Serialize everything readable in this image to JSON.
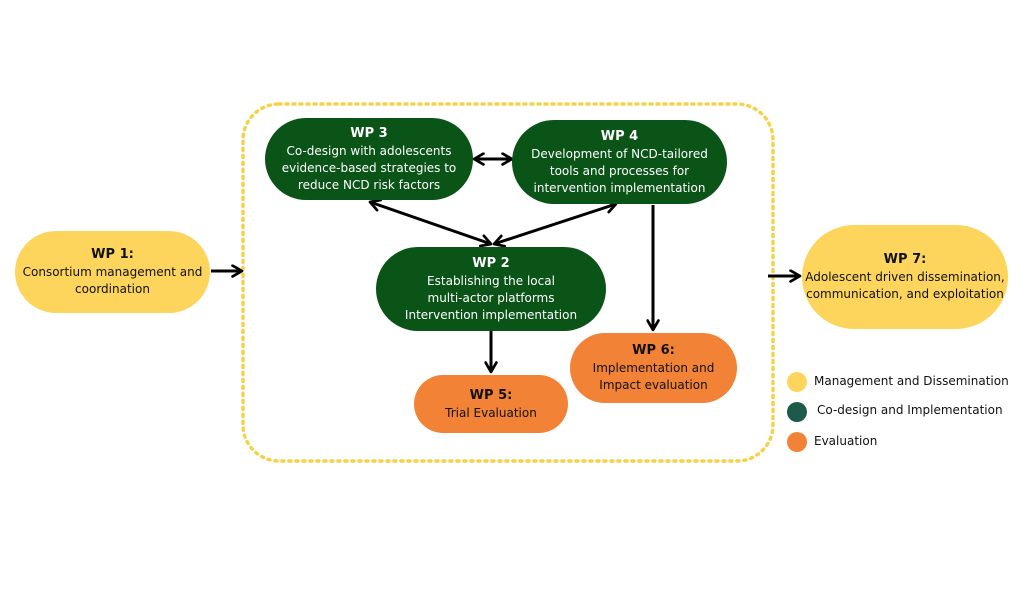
{
  "colors": {
    "management": "#FDD55C",
    "codesign": "#0B5418",
    "evaluation": "#F28235",
    "legend_codesign_dot": "#1E5A4B",
    "boundary": "#F5D247",
    "arrow": "#000000"
  },
  "nodes": {
    "wp1": {
      "title": "WP 1:",
      "desc": "Consortium management and\ncoordination"
    },
    "wp2": {
      "title": "WP 2",
      "desc": "Establishing the local\nmulti-actor platforms\nIntervention implementation"
    },
    "wp3": {
      "title": "WP 3",
      "desc": "Co-design with adolescents\nevidence-based strategies to\nreduce NCD risk factors"
    },
    "wp4": {
      "title": "WP 4",
      "desc": "Development of NCD-tailored\ntools and processes for\nintervention implementation"
    },
    "wp5": {
      "title": "WP 5:",
      "desc": "Trial Evaluation"
    },
    "wp6": {
      "title": "WP 6:",
      "desc": "Implementation and\nImpact evaluation"
    },
    "wp7": {
      "title": "WP 7:",
      "desc": "Adolescent driven dissemination,\ncommunication, and exploitation"
    }
  },
  "legend": [
    {
      "label": "Management and Dissemination"
    },
    {
      "label": "Co-design and Implementation"
    },
    {
      "label": "Evaluation"
    }
  ]
}
